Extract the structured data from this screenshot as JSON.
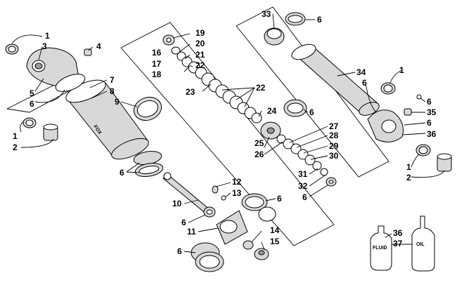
{
  "diagram": {
    "callouts": [
      {
        "id": "c1a",
        "text": "1"
      },
      {
        "id": "c3",
        "text": "3"
      },
      {
        "id": "c4",
        "text": "4"
      },
      {
        "id": "c5",
        "text": "5"
      },
      {
        "id": "c6a",
        "text": "6"
      },
      {
        "id": "c7",
        "text": "7"
      },
      {
        "id": "c8",
        "text": "8"
      },
      {
        "id": "c9",
        "text": "9"
      },
      {
        "id": "c1b",
        "text": "1"
      },
      {
        "id": "c2a",
        "text": "2"
      },
      {
        "id": "c6b",
        "text": "6"
      },
      {
        "id": "c10",
        "text": "10"
      },
      {
        "id": "c6c",
        "text": "6"
      },
      {
        "id": "c11",
        "text": "11"
      },
      {
        "id": "c12",
        "text": "12"
      },
      {
        "id": "c13",
        "text": "13"
      },
      {
        "id": "c6d",
        "text": "6"
      },
      {
        "id": "c14",
        "text": "14"
      },
      {
        "id": "c15",
        "text": "15"
      },
      {
        "id": "c6e",
        "text": "6"
      },
      {
        "id": "c16",
        "text": "16"
      },
      {
        "id": "c17",
        "text": "17"
      },
      {
        "id": "c18",
        "text": "18"
      },
      {
        "id": "c19",
        "text": "19"
      },
      {
        "id": "c20",
        "text": "20"
      },
      {
        "id": "c21",
        "text": "21"
      },
      {
        "id": "c22a",
        "text": "22"
      },
      {
        "id": "c23",
        "text": "23"
      },
      {
        "id": "c22b",
        "text": "22"
      },
      {
        "id": "c24",
        "text": "24"
      },
      {
        "id": "c6f",
        "text": "6"
      },
      {
        "id": "c25",
        "text": "25"
      },
      {
        "id": "c26",
        "text": "26"
      },
      {
        "id": "c27",
        "text": "27"
      },
      {
        "id": "c28",
        "text": "28"
      },
      {
        "id": "c29",
        "text": "29"
      },
      {
        "id": "c30",
        "text": "30"
      },
      {
        "id": "c31",
        "text": "31"
      },
      {
        "id": "c32",
        "text": "32"
      },
      {
        "id": "c6g",
        "text": "6"
      },
      {
        "id": "c33",
        "text": "33"
      },
      {
        "id": "c6h",
        "text": "6"
      },
      {
        "id": "c34",
        "text": "34"
      },
      {
        "id": "c6i",
        "text": "6"
      },
      {
        "id": "c1c",
        "text": "1"
      },
      {
        "id": "c6j",
        "text": "6"
      },
      {
        "id": "c35",
        "text": "35"
      },
      {
        "id": "c6k",
        "text": "6"
      },
      {
        "id": "c36a",
        "text": "36"
      },
      {
        "id": "c1d",
        "text": "1"
      },
      {
        "id": "c2b",
        "text": "2"
      },
      {
        "id": "c36b",
        "text": "36"
      },
      {
        "id": "c37",
        "text": "37"
      }
    ],
    "bottle_labels": {
      "fluid": "FLUID",
      "oil": "OIL"
    },
    "reservoir_decal": "FOX"
  }
}
